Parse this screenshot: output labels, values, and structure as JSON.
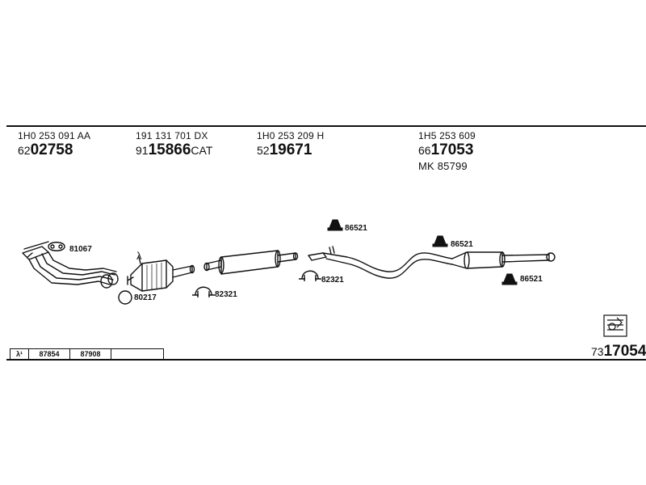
{
  "top_parts": [
    {
      "oem": "1H0 253 091 AA",
      "prefix": "62",
      "number": "02758",
      "suffix": ""
    },
    {
      "oem": "191 131 701 DX",
      "prefix": "91",
      "number": "15866",
      "suffix": "CAT"
    },
    {
      "oem": "1H0 253 209 H",
      "prefix": "52",
      "number": "19671",
      "suffix": ""
    },
    {
      "oem": "1H5 253 609",
      "prefix": "66",
      "number": "17053",
      "suffix": "",
      "extra": "MK 85799"
    }
  ],
  "callouts": {
    "gasket": "81067",
    "lambda_symbol": "λ",
    "ring": "80217",
    "clamp_left": "82321",
    "clamp_right": "82321",
    "hanger_top": "86521",
    "hanger_mid": "86521",
    "hanger_right": "86521"
  },
  "bottom_bar": {
    "lambda_label": "λ¹",
    "cells": [
      "87854",
      "87908"
    ]
  },
  "kit": {
    "prefix": "73",
    "number": "17054"
  }
}
